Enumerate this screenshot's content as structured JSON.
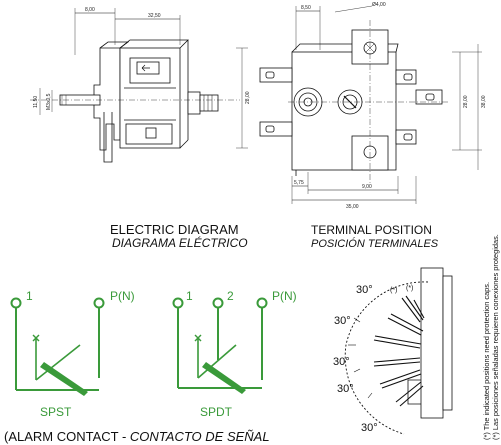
{
  "drawing": {
    "dims": {
      "d_8_00": "8,00",
      "d_32_50": "32,50",
      "d_11_50": "11,50",
      "d_m3x0": "M3x0,5",
      "d_28_00_a": "28,00",
      "d_8_50": "8,50",
      "d_phi": "Ø4,00",
      "d_28_00_b": "28,00",
      "d_38_00": "38,00",
      "d_5_75": "5,75",
      "d_9_00": "9,00",
      "d_35_00": "35,00"
    }
  },
  "electric": {
    "title": "ELECTRIC DIAGRAM",
    "subtitle": "DIAGRAMA ELÉCTRICO",
    "spst": {
      "t1": "1",
      "tp": "P(N)",
      "label": "SPST"
    },
    "spdt": {
      "t1": "1",
      "t2": "2",
      "tp": "P(N)",
      "label": "SPDT"
    },
    "alarm": {
      "prefix": "(ALARM CONTACT - ",
      "italic": "CONTACTO DE SEÑAL"
    }
  },
  "terminal": {
    "title": "TERMINAL POSITION",
    "subtitle": "POSICIÓN TERMINALES",
    "angles": [
      "30°",
      "30°",
      "30°",
      "30°",
      "30°"
    ],
    "marks": [
      "(*)",
      "(*)"
    ]
  },
  "note": {
    "line1": "(*) The indicated positions need protection caps.",
    "line2": "(*) Las posiciones señaladas requieren conexiones protegidas."
  },
  "colors": {
    "accent": "#3a9a3a"
  }
}
